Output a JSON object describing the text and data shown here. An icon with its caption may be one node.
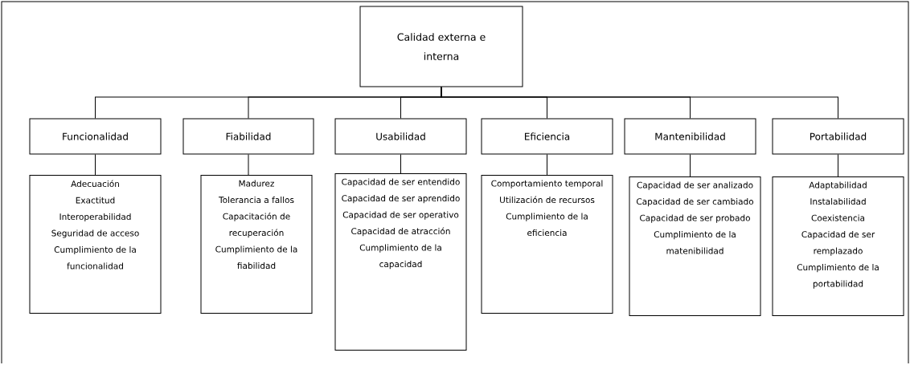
{
  "diagram": {
    "nodes": [
      {
        "text": [
          "Calidad externa e interna"
        ]
      },
      {
        "text": [
          "Funcionalidad"
        ]
      },
      {
        "text": [
          "Fiabilidad"
        ]
      },
      {
        "text": [
          "Usabilidad"
        ]
      },
      {
        "text": [
          "Eficiencia"
        ]
      },
      {
        "text": [
          "Mantenibilidad"
        ]
      },
      {
        "text": [
          "Portabilidad"
        ]
      },
      {
        "text": [
          "Adecuación",
          "Exactitud",
          "Interoperabilidad",
          "Seguridad de acceso",
          "Cumplimiento de la funcionalidad"
        ]
      },
      {
        "text": [
          "Madurez",
          "Tolerancia a fallos",
          "Capacitación de recuperación",
          "Cumplimiento de la fiabilidad"
        ]
      },
      {
        "text": [
          "Capacidad de ser entendido",
          "Capacidad de ser aprendido",
          "Capacidad de ser operativo",
          "Capacidad de atracción",
          "Cumplimiento de la capacidad"
        ]
      },
      {
        "text": [
          "Comportamiento temporal",
          "Utilización de recursos",
          "Cumplimiento de la eficiencia"
        ]
      },
      {
        "text": [
          "Capacidad de ser analizado",
          "Capacidad de ser cambiado",
          "Capacidad de ser probado",
          "Cumplimiento de la matenibilidad"
        ]
      },
      {
        "text": [
          "Adaptabilidad",
          "Instalabilidad",
          "Coexistencia",
          "Capacidad de ser remplazado",
          "Cumplimiento de la portabilidad"
        ]
      }
    ],
    "edges": [
      {
        "from": 0,
        "to": 1,
        "arrow": "none"
      },
      {
        "from": 0,
        "to": 2,
        "arrow": "none"
      },
      {
        "from": 0,
        "to": 3,
        "arrow": "none"
      },
      {
        "from": 0,
        "to": 4,
        "arrow": "none"
      },
      {
        "from": 0,
        "to": 5,
        "arrow": "none"
      },
      {
        "from": 0,
        "to": 6,
        "arrow": "none"
      },
      {
        "from": 1,
        "to": 7,
        "arrow": "none"
      },
      {
        "from": 2,
        "to": 8,
        "arrow": "none"
      },
      {
        "from": 3,
        "to": 9,
        "arrow": "none"
      },
      {
        "from": 4,
        "to": 10,
        "arrow": "none"
      },
      {
        "from": 5,
        "to": 11,
        "arrow": "none"
      },
      {
        "from": 6,
        "to": 12,
        "arrow": "none"
      }
    ]
  }
}
